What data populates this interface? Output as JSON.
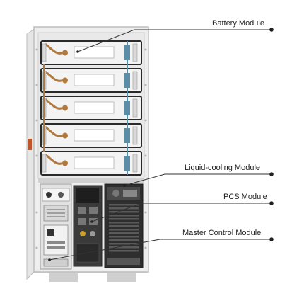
{
  "callouts": [
    {
      "id": "battery",
      "label": "Battery Module"
    },
    {
      "id": "liquid",
      "label": "Liquid-cooling Module"
    },
    {
      "id": "pcs",
      "label": "PCS Module"
    },
    {
      "id": "master",
      "label": "Master Control Module"
    }
  ],
  "colors": {
    "cabinet": "#eeeeee",
    "frame": "#c9c9c9",
    "module": "#f3f3f3",
    "cable": "#b07a3e",
    "connector": "#5a8ea6",
    "dark": "#2a2a2a",
    "leader": "#333333"
  },
  "battery_module_count": 5
}
